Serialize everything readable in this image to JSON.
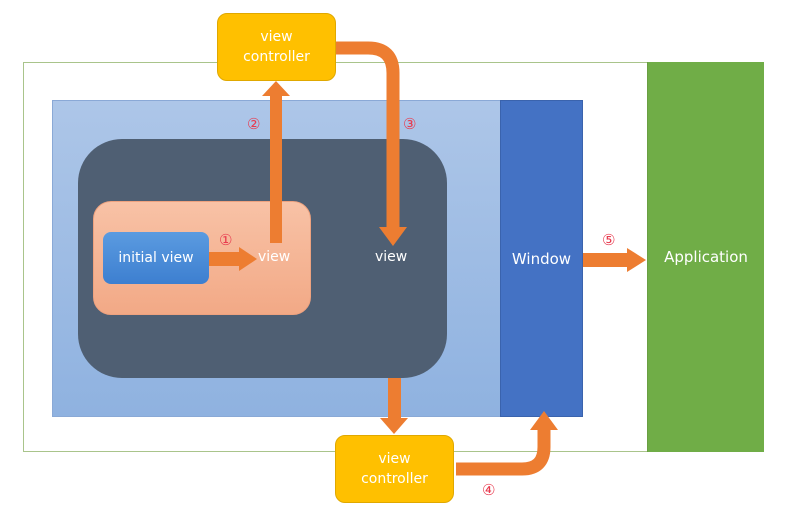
{
  "nodes": {
    "initial_view": "initial view",
    "view_inner": "view",
    "view_outer": "view",
    "view_controller_top": [
      "view",
      "controller"
    ],
    "view_controller_bottom": [
      "view",
      "controller"
    ],
    "window": "Window",
    "application": "Application"
  },
  "steps": [
    "①",
    "②",
    "③",
    "④",
    "⑤"
  ],
  "colors": {
    "arrow": "#ed7d31",
    "step_label": "#e83a4e",
    "view_controller": "#ffc000",
    "window": "#4472c4",
    "application": "#70ad47",
    "dark_container": "#4f5f73",
    "light_container": "#9fbde5",
    "peach_container": "#f4b08f",
    "initial_view": "#4a8ad8"
  }
}
